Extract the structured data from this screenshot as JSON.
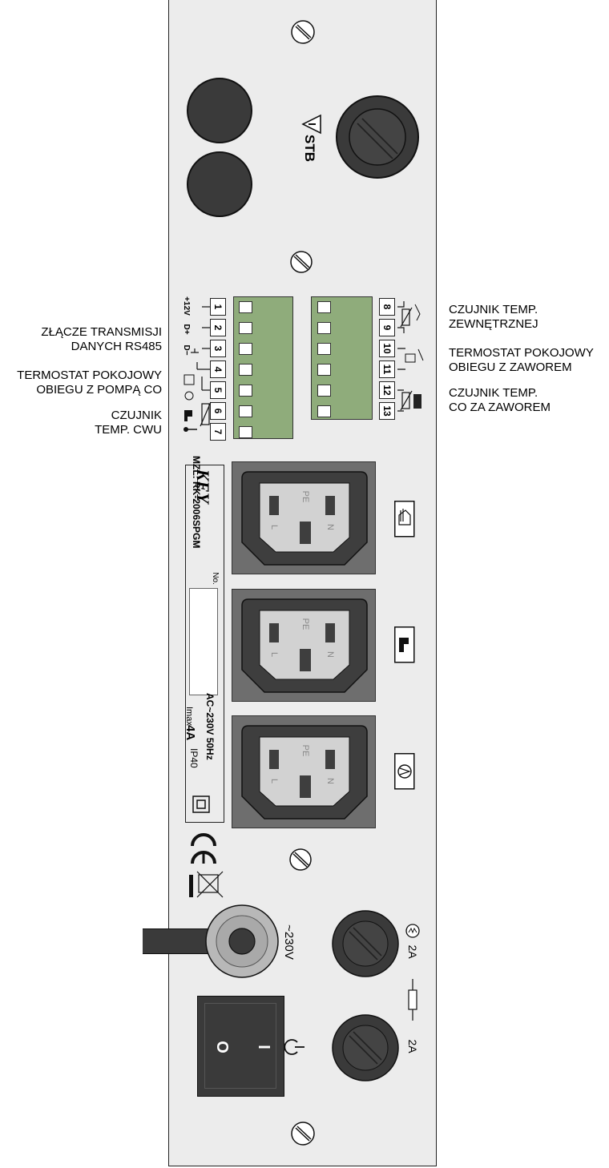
{
  "labels": {
    "rs485": [
      "ZŁĄCZE TRANSMISJI",
      "DANYCH RS485"
    ],
    "room_thermostat_pump": [
      "TERMOSTAT POKOJOWY",
      "OBIEGU Z POMPĄ CO"
    ],
    "dhw_sensor": [
      "CZUJNIK",
      "TEMP. CWU"
    ],
    "outdoor_sensor": [
      "CZUJNIK TEMP.",
      "ZEWNĘTRZNEJ"
    ],
    "room_thermostat_valve": [
      "TERMOSTAT POKOJOWY",
      "OBIEGU Z ZAWOREM"
    ],
    "co_sensor": [
      "CZUJNIK TEMP.",
      "CO ZA ZAWOREM"
    ]
  },
  "left_terminals": [
    "1",
    "2",
    "3",
    "4",
    "5",
    "6",
    "7"
  ],
  "right_terminals": [
    "8",
    "9",
    "10",
    "11",
    "12",
    "13"
  ],
  "signals": {
    "t1": "+12V",
    "t2": "D+",
    "t3": "D−"
  },
  "stb_label": "STB",
  "plate": {
    "brand": "KEY",
    "model": "MZL: RK-2006SPGM",
    "no_label": "No.",
    "voltage": "AC~230V 50Hz",
    "imax_label": "Imax",
    "imax_value": "4A",
    "ip": "IP40"
  },
  "socket_pins": {
    "pe": "PE",
    "l": "L",
    "n": "N"
  },
  "power_cable_label": "~230V",
  "fuses": [
    {
      "rating": "2A"
    },
    {
      "rating": "2A"
    }
  ],
  "switch": {
    "off": "O",
    "on": "I"
  },
  "colors": {
    "panel": "#ececec",
    "terminal_green": "#8fac7b",
    "knob": "#3a3a3a",
    "socket_bg": "#6e6e6e"
  },
  "icons": [
    "stb-warning-icon",
    "power-standby-icon",
    "fuse-icon",
    "ce-mark-icon",
    "weee-bin-icon",
    "double-insulation-icon",
    "boiler-icon",
    "tap-icon",
    "pump-icon"
  ]
}
